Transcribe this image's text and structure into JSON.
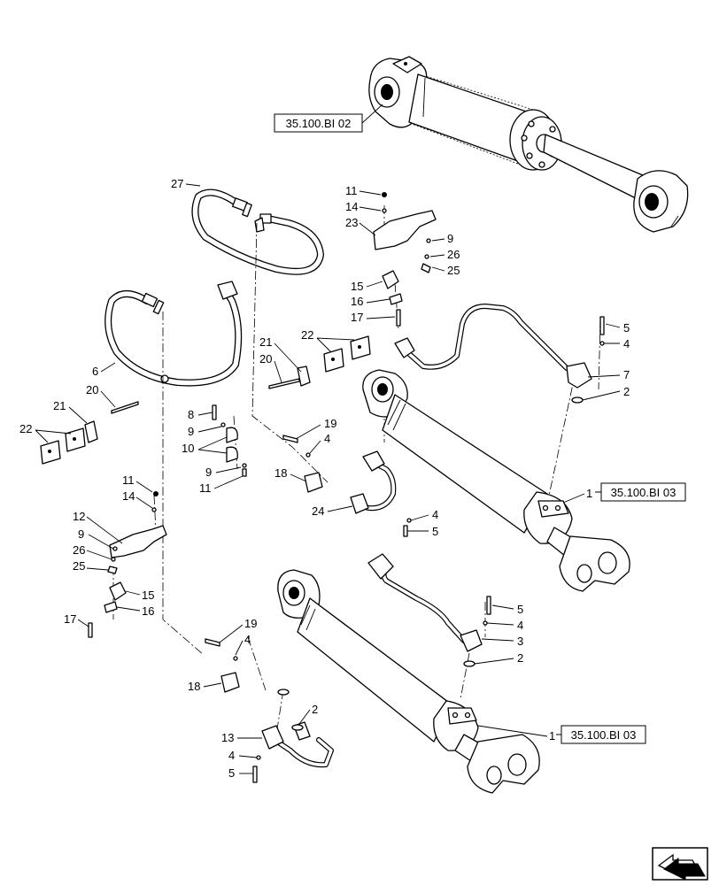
{
  "references": {
    "top_cylinder": "35.100.BI 02",
    "right_cylinder": "35.100.BI 03",
    "bottom_cylinder": "35.100.BI 03"
  },
  "callouts": {
    "c27": "27",
    "c6": "6",
    "c20a": "20",
    "c21a": "21",
    "c22a": "22",
    "c21b": "21",
    "c20b": "20",
    "c22b": "22",
    "c11a": "11",
    "c14a": "14",
    "c23": "23",
    "c9a": "9",
    "c26a": "26",
    "c25a": "25",
    "c15a": "15",
    "c16a": "16",
    "c17a": "17",
    "c8": "8",
    "c9b": "9",
    "c10": "10",
    "c9c": "9",
    "c11b": "11",
    "c19a": "19",
    "c4a": "4",
    "c18a": "18",
    "c24": "24",
    "c4b": "4",
    "c5a": "5",
    "c5b": "5",
    "c4c": "4",
    "c7": "7",
    "c2a": "2",
    "c1a": "1",
    "c11c": "11",
    "c14b": "14",
    "c12": "12",
    "c9d": "9",
    "c26b": "26",
    "c25b": "25",
    "c15b": "15",
    "c16b": "16",
    "c17b": "17",
    "c19b": "19",
    "c4d": "4",
    "c18b": "18",
    "c2b": "2",
    "c13": "13",
    "c4e": "4",
    "c5c": "5",
    "c5d": "5",
    "c4f": "4",
    "c3": "3",
    "c2c": "2",
    "c1b": "1"
  },
  "colors": {
    "line": "#000000",
    "background": "#ffffff"
  },
  "icons": {
    "corner": "previous-page-arrow-icon"
  }
}
